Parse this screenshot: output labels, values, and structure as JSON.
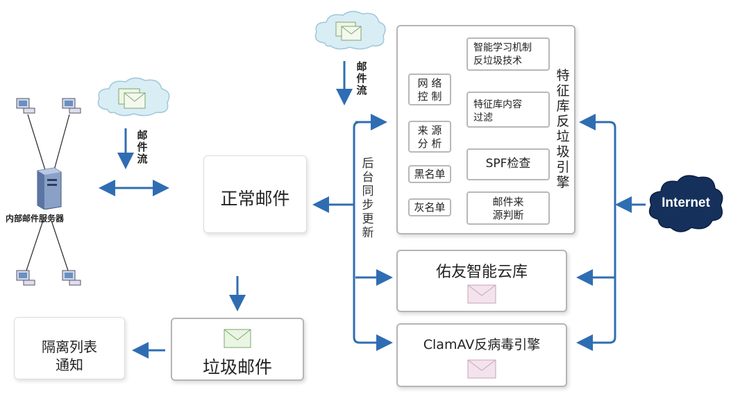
{
  "server": {
    "label": "内部邮件服务器"
  },
  "flow_left": {
    "label": [
      "邮",
      "件",
      "流"
    ]
  },
  "flow_top": {
    "label": [
      "邮",
      "件",
      "流"
    ]
  },
  "normal_mail": {
    "label": "正常邮件"
  },
  "spam_mail": {
    "label": "垃圾邮件"
  },
  "quarantine": {
    "line1": "隔离列表",
    "line2": "通知"
  },
  "sync": {
    "label": [
      "后",
      "台",
      "同",
      "步",
      "更",
      "新"
    ]
  },
  "engine": {
    "title": [
      "特",
      "征",
      "库",
      "反",
      "垃",
      "圾",
      "引",
      "擎"
    ],
    "network_control": {
      "line1": "网 络",
      "line2": "控 制"
    },
    "source_analysis": {
      "line1": "来 源",
      "line2": "分 析"
    },
    "blacklist": "黑名单",
    "graylist": "灰名单",
    "ml": {
      "line1": "智能学习机制",
      "line2": "反垃圾技术"
    },
    "feature_filter": {
      "line1": "特征库内容",
      "line2": "过滤"
    },
    "spf": "SPF检查",
    "source_judge": {
      "line1": "邮件来",
      "line2": "源判断"
    }
  },
  "cloud_lib": {
    "label": "佑友智能云库"
  },
  "clamav": {
    "label": "ClamAV反病毒引擎"
  },
  "internet": {
    "label": "Internet"
  },
  "colors": {
    "arrow": "#2f6db3",
    "box_border": "#b5b5b5",
    "cloud": "#d9edf5",
    "envelope": "#f3e3ec"
  }
}
